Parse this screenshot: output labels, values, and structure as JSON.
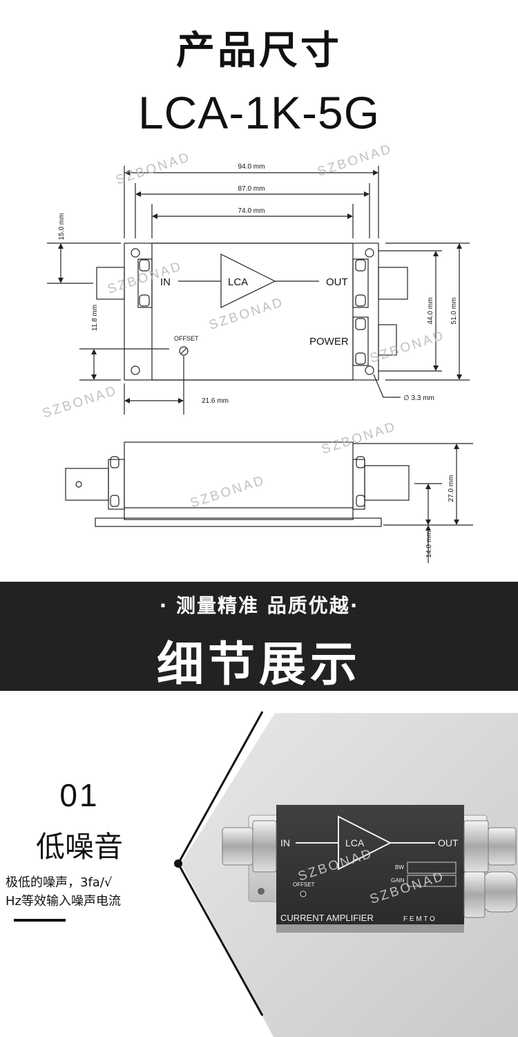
{
  "header": {
    "title": "产品尺寸",
    "model": "LCA-1K-5G"
  },
  "drawing": {
    "dims": {
      "w94": "94.0 mm",
      "w87": "87.0 mm",
      "w74": "74.0 mm",
      "h15": "15.0 mm",
      "h11_8": "11.8 mm",
      "h44": "44.0 mm",
      "h51": "51.0 mm",
      "w21_6": "21.6 mm",
      "hole": "∅ 3.3 mm",
      "h27": "27.0 mm",
      "h14": "14.0 mm"
    },
    "labels": {
      "in": "IN",
      "out": "OUT",
      "lca": "LCA",
      "power": "POWER",
      "offset": "OFFSET"
    }
  },
  "watermark": "SZBONAD",
  "band": {
    "slogan": "· 测量精准  品质优越·",
    "title": "细节展示"
  },
  "feature": {
    "number": "01",
    "title": "低噪音",
    "desc_line1": "极低的噪声，3fa/√",
    "desc_line2": "Hz等效输入噪声电流"
  },
  "product": {
    "in": "IN",
    "out": "OUT",
    "lca": "LCA",
    "bw": "BW",
    "gain": "GAIN",
    "offset": "OFFSET",
    "name": "CURRENT AMPLIFIER",
    "brand": "F E M T O"
  }
}
